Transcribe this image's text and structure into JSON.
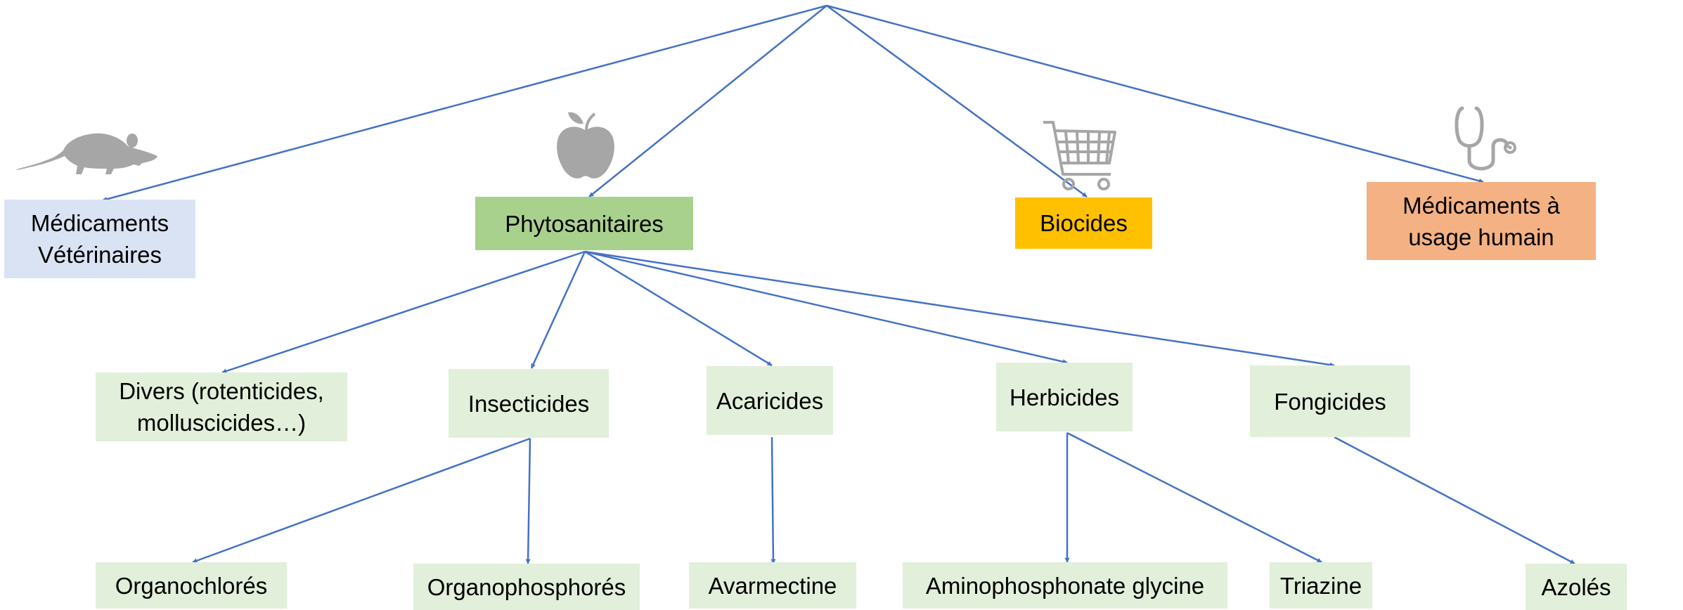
{
  "nodes": {
    "veterinaires": {
      "line1": "Médicaments",
      "line2": "Vétérinaires"
    },
    "phytosanitaires": {
      "label": "Phytosanitaires"
    },
    "biocides": {
      "label": "Biocides"
    },
    "humain": {
      "line1": "Médicaments à",
      "line2": "usage humain"
    },
    "divers": {
      "line1": "Divers (rotenticides,",
      "line2": "molluscicides…)"
    },
    "insecticides": {
      "label": "Insecticides"
    },
    "acaricides": {
      "label": "Acaricides"
    },
    "herbicides": {
      "label": "Herbicides"
    },
    "fongicides": {
      "label": "Fongicides"
    },
    "organochlores": {
      "label": "Organochlorés"
    },
    "organophosphores": {
      "label": "Organophosphorés"
    },
    "avarmectine": {
      "label": "Avarmectine"
    },
    "aminophosphonate": {
      "label": "Aminophosphonate glycine"
    },
    "triazine": {
      "label": "Triazine"
    },
    "azoles": {
      "label": "Azolés"
    }
  },
  "icons": [
    "rat-icon",
    "apple-icon",
    "shopping-cart-icon",
    "stethoscope-icon"
  ],
  "colors": {
    "edge": "#4472c4",
    "icon": "#a6a6a6",
    "phytosanitaires": "#a9d18e",
    "subcategory": "#e2efda",
    "veterinaires": "#dae3f3",
    "biocides": "#ffc000",
    "humain": "#f4b183"
  }
}
